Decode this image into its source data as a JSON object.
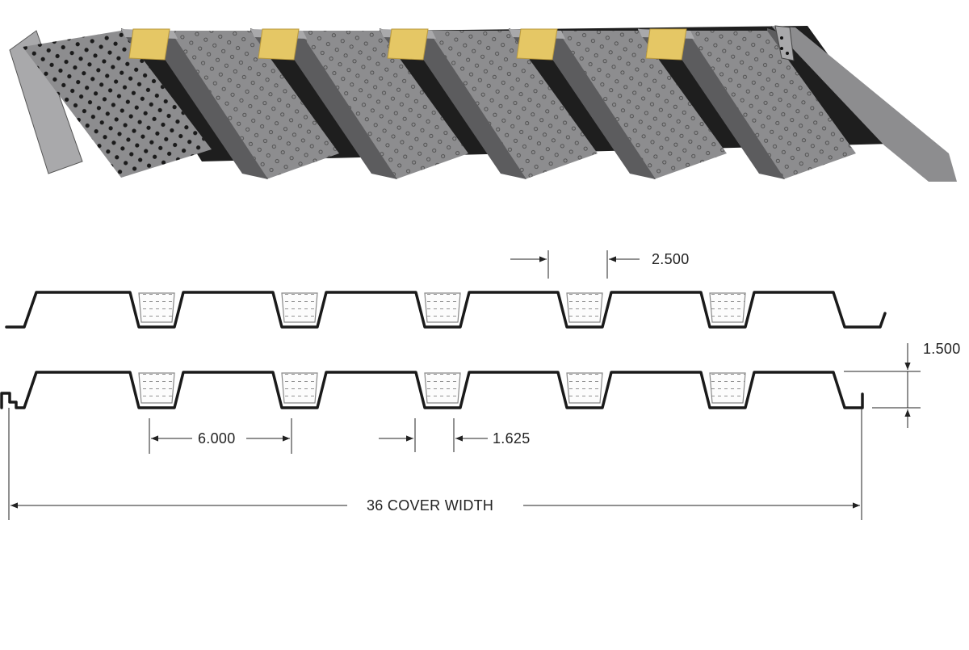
{
  "diagram": {
    "labels": {
      "flute_width": "2.500",
      "depth": "1.500",
      "pitch": "6.000",
      "bottom_width": "1.625",
      "cover_width": "36 COVER WIDTH"
    },
    "flute_count": 6,
    "insulation_count": 5
  },
  "colors": {
    "panel_gray": "#8d8d8f",
    "panel_dark": "#5c5c5e",
    "panel_light": "#a9a9ab",
    "insulation": "#e5c765",
    "profile_line": "#1a1a1a"
  }
}
